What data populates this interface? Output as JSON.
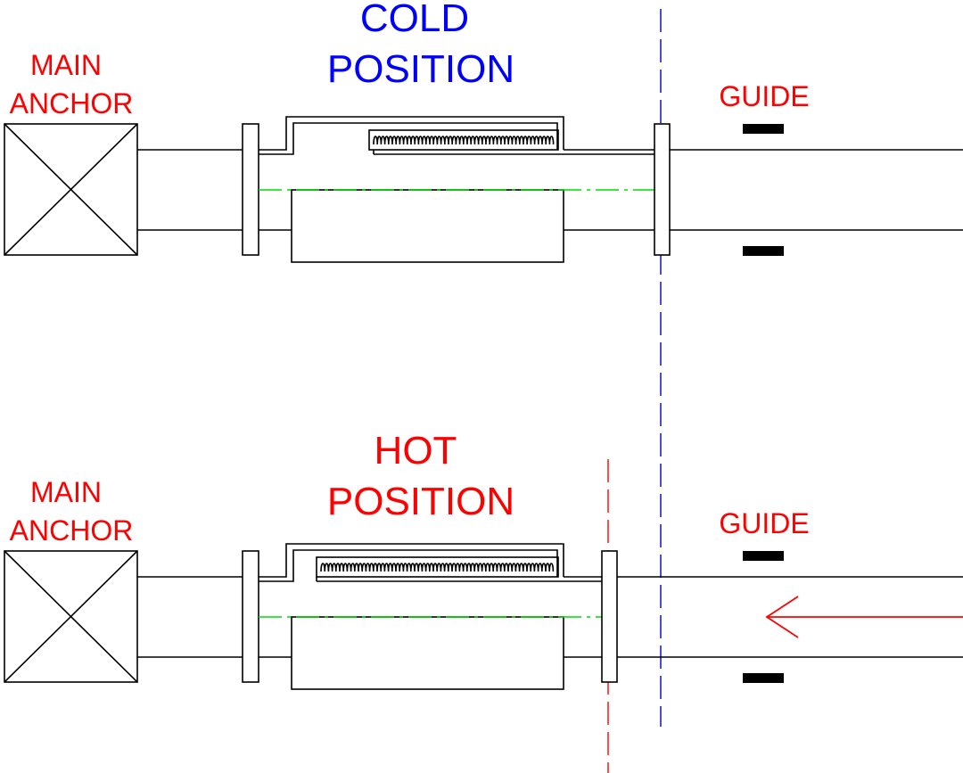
{
  "cold": {
    "title_line1": "COLD",
    "title_line2": "POSITION",
    "title_color": "#0000ff",
    "anchor_line1": "MAIN",
    "anchor_line2": "ANCHOR",
    "guide": "GUIDE"
  },
  "hot": {
    "title_line1": "HOT",
    "title_line2": "POSITION",
    "title_color": "#ff0000",
    "anchor_line1": "MAIN",
    "anchor_line2": "ANCHOR",
    "guide": "GUIDE"
  },
  "colors": {
    "label": "#ff0000",
    "cold_reference_line": "#0000cc",
    "hot_reference_line": "#ff0000",
    "centerline": "#00dd00",
    "arrow": "#ff0000"
  },
  "icons": {
    "anchor": "anchor-box-x-icon",
    "guide": "guide-block-icon",
    "bellows": "bellows-icon",
    "arrow": "left-arrow-icon"
  }
}
